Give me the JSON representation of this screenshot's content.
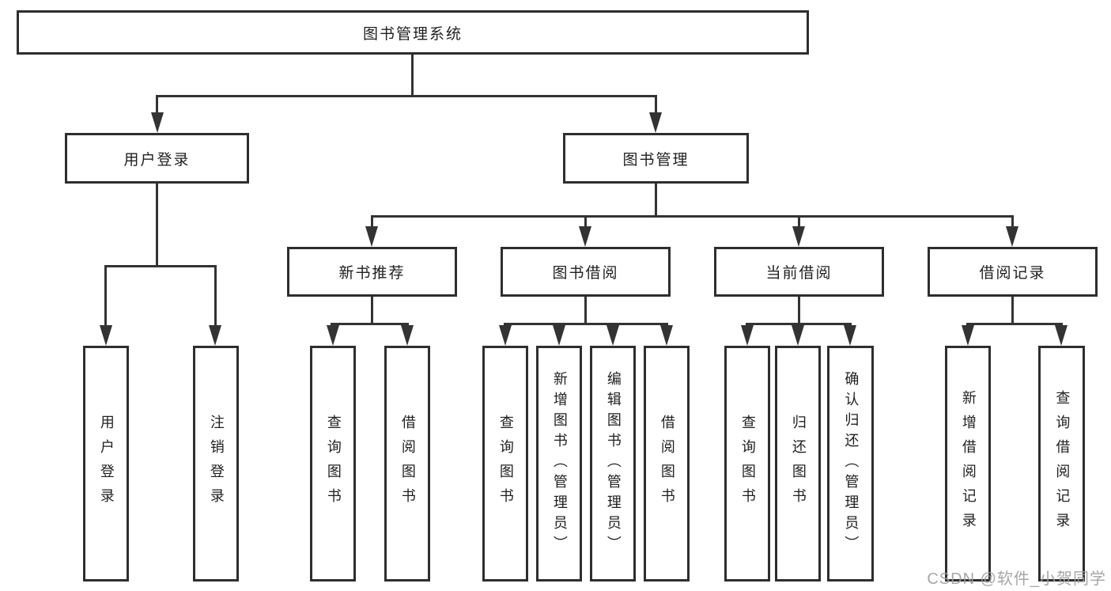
{
  "colors": {
    "line": "#333333",
    "box_border": "#2e2e2e",
    "text": "#1f1f1f",
    "background": "#ffffff",
    "watermark_text_color": "#9e9ea4"
  },
  "tree": {
    "label": "图书管理系统",
    "children": [
      {
        "label": "用户登录",
        "children": [
          {
            "label": "用户登录"
          },
          {
            "label": "注销登录"
          }
        ]
      },
      {
        "label": "图书管理",
        "children": [
          {
            "label": "新书推荐",
            "children": [
              {
                "label": "查询图书"
              },
              {
                "label": "借阅图书"
              }
            ]
          },
          {
            "label": "图书借阅",
            "children": [
              {
                "label": "查询图书"
              },
              {
                "label": "新增图书（管理员）"
              },
              {
                "label": "编辑图书（管理员）"
              },
              {
                "label": "借阅图书"
              }
            ]
          },
          {
            "label": "当前借阅",
            "children": [
              {
                "label": "查询图书"
              },
              {
                "label": "归还图书"
              },
              {
                "label": "确认归还（管理员）"
              }
            ]
          },
          {
            "label": "借阅记录",
            "children": [
              {
                "label": "新增借阅记录"
              },
              {
                "label": "查询借阅记录"
              }
            ]
          }
        ]
      }
    ]
  },
  "watermark": {
    "text": "CSDN @软件_小贺同学"
  }
}
